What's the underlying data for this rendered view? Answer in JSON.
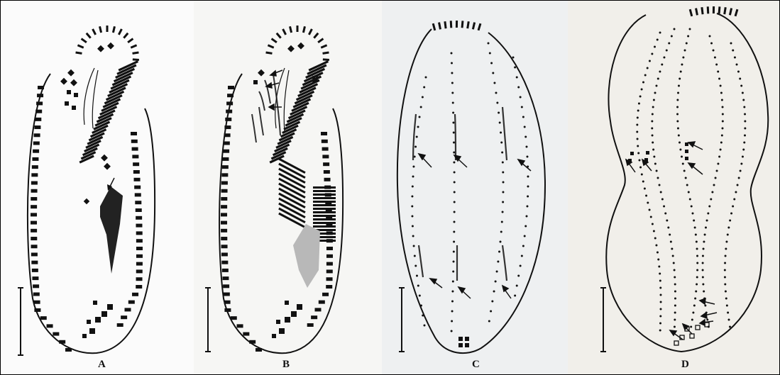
{
  "panels": [
    {
      "label": "A"
    },
    {
      "label": "B"
    },
    {
      "label": "C"
    },
    {
      "label": "D"
    }
  ],
  "colors": {
    "ink": "#111111",
    "stipple": "#8a8a8a"
  }
}
